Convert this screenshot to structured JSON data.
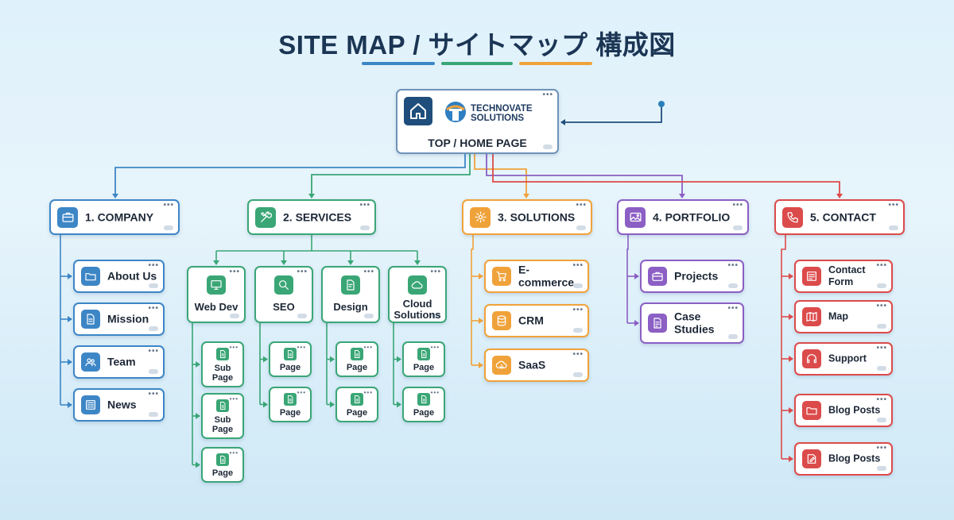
{
  "title": "SITE MAP / サイトマップ 構成図",
  "colors": {
    "company": "#3d86c6",
    "services": "#3aa676",
    "solutions": "#f0a23a",
    "portfolio": "#8b5fc4",
    "contact": "#dc4b4b",
    "top": "#1f4e7c"
  },
  "top": {
    "brand": "TECHNOVATE SOLUTIONS",
    "brand_line1": "TECHNOVATE",
    "brand_line2": "SOLUTIONS",
    "label": "TOP / HOME PAGE",
    "icon": "home-icon"
  },
  "sections": [
    {
      "key": "company",
      "label": "1. COMPANY",
      "icon": "briefcase-icon",
      "children": [
        {
          "label": "About Us",
          "icon": "folder-icon"
        },
        {
          "label": "Mission",
          "icon": "document-icon"
        },
        {
          "label": "Team",
          "icon": "users-icon"
        },
        {
          "label": "News",
          "icon": "newspaper-icon"
        }
      ]
    },
    {
      "key": "services",
      "label": "2. SERVICES",
      "icon": "tools-icon",
      "children": [
        {
          "label": "Web Dev",
          "icon": "monitor-icon",
          "pages": [
            "Sub Page",
            "Sub Page",
            "Page"
          ]
        },
        {
          "label": "SEO",
          "icon": "magnifier-icon",
          "pages": [
            "Page",
            "Page"
          ]
        },
        {
          "label": "Design",
          "icon": "design-doc-icon",
          "pages": [
            "Page",
            "Page"
          ]
        },
        {
          "label": "Cloud Solutions",
          "icon": "cloud-icon",
          "pages": [
            "Page",
            "Page"
          ]
        }
      ]
    },
    {
      "key": "solutions",
      "label": "3. SOLUTIONS",
      "icon": "gear-icon",
      "children": [
        {
          "label": "E-commerce",
          "icon": "cart-icon"
        },
        {
          "label": "CRM",
          "icon": "database-icon"
        },
        {
          "label": "SaaS",
          "icon": "cloud-download-icon"
        }
      ]
    },
    {
      "key": "portfolio",
      "label": "4. PORTFOLIO",
      "icon": "image-icon",
      "children": [
        {
          "label": "Projects",
          "icon": "briefcase-icon"
        },
        {
          "label": "Case Studies",
          "icon": "report-icon"
        }
      ]
    },
    {
      "key": "contact",
      "label": "5. CONTACT",
      "icon": "phone-icon",
      "children": [
        {
          "label": "Contact Form",
          "icon": "form-icon"
        },
        {
          "label": "Map",
          "icon": "map-icon"
        },
        {
          "label": "Support",
          "icon": "headset-icon"
        },
        {
          "label": "Blog Posts",
          "icon": "folder-icon"
        },
        {
          "label": "Blog Posts",
          "icon": "edit-icon"
        }
      ]
    }
  ]
}
